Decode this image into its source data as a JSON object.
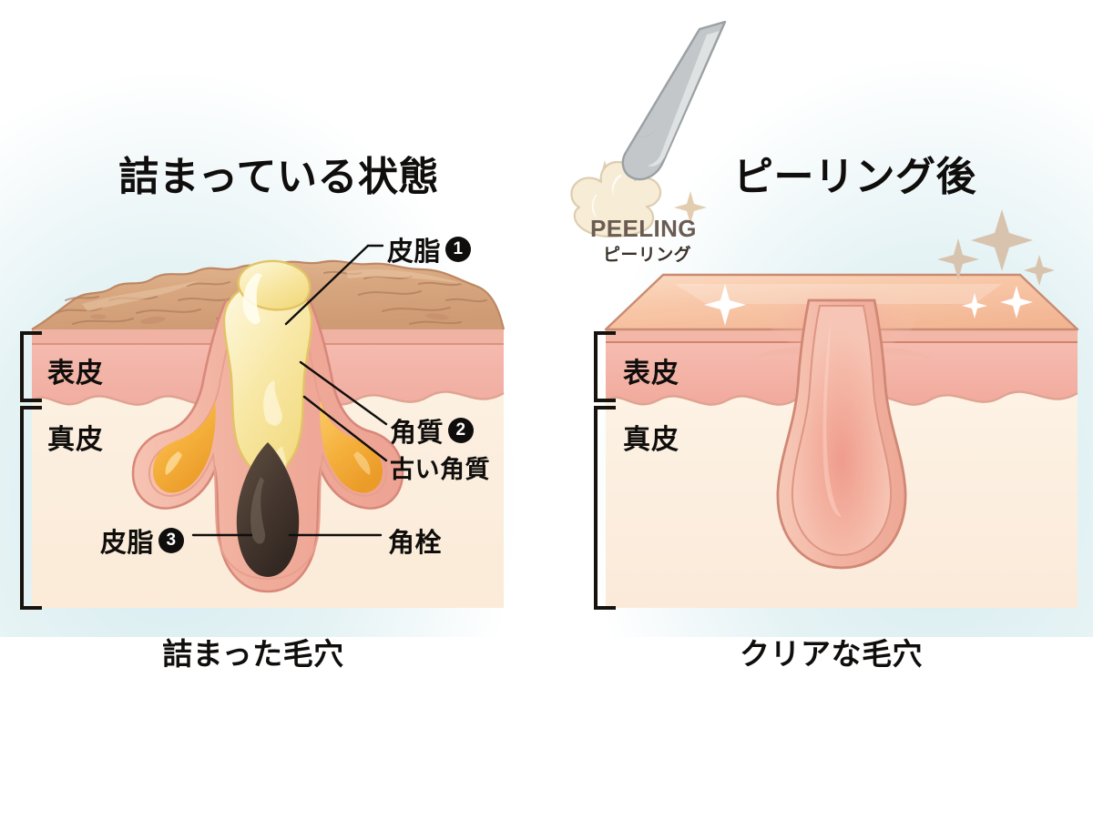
{
  "background": {
    "top_color": "#ffffff",
    "tint_color": "#d9edf0"
  },
  "palette": {
    "skin_rough_top": "#d9a881",
    "skin_smooth_top": "#f6c3a3",
    "epidermis": "#f3b6ac",
    "dermis": "#fbeedd",
    "pore_wall": "#f2b5a5",
    "sebum_yellow": "#f6e49a",
    "sebaceous_orange": "#f5b03c",
    "keratin_plug_brown": "#4a3b30",
    "outline": "#c98b72",
    "sparkle_tan": "#d8c4ae",
    "text_dark": "#100e0c",
    "peeling_text": "#6b5c52",
    "spatula_gray": "#b9bdc0",
    "cream": "#f7ecd5"
  },
  "panels": [
    {
      "id": "clogged",
      "title": "詰まっている状態",
      "caption": "詰まった毛穴",
      "layers": [
        {
          "name": "表皮"
        },
        {
          "name": "真皮"
        }
      ],
      "callouts": [
        {
          "text": "皮脂",
          "number": "❶",
          "target": "sebum at pore opening"
        },
        {
          "text": "角質",
          "number": "❷",
          "target": "keratin layer"
        },
        {
          "text": "古い角質",
          "number": "",
          "target": "old keratin"
        },
        {
          "text": "皮脂",
          "number": "❸",
          "target": "sebaceous gland"
        },
        {
          "text": "角栓",
          "number": "",
          "target": "keratin plug"
        }
      ]
    },
    {
      "id": "after-peeling",
      "title": "ピーリング後",
      "caption": "クリアな毛穴",
      "layers": [
        {
          "name": "表皮"
        },
        {
          "name": "真皮"
        }
      ],
      "callouts": [],
      "badge": {
        "english": "PEELING",
        "japanese": "ピーリング",
        "icon": "cream-spatula-icon"
      }
    }
  ]
}
